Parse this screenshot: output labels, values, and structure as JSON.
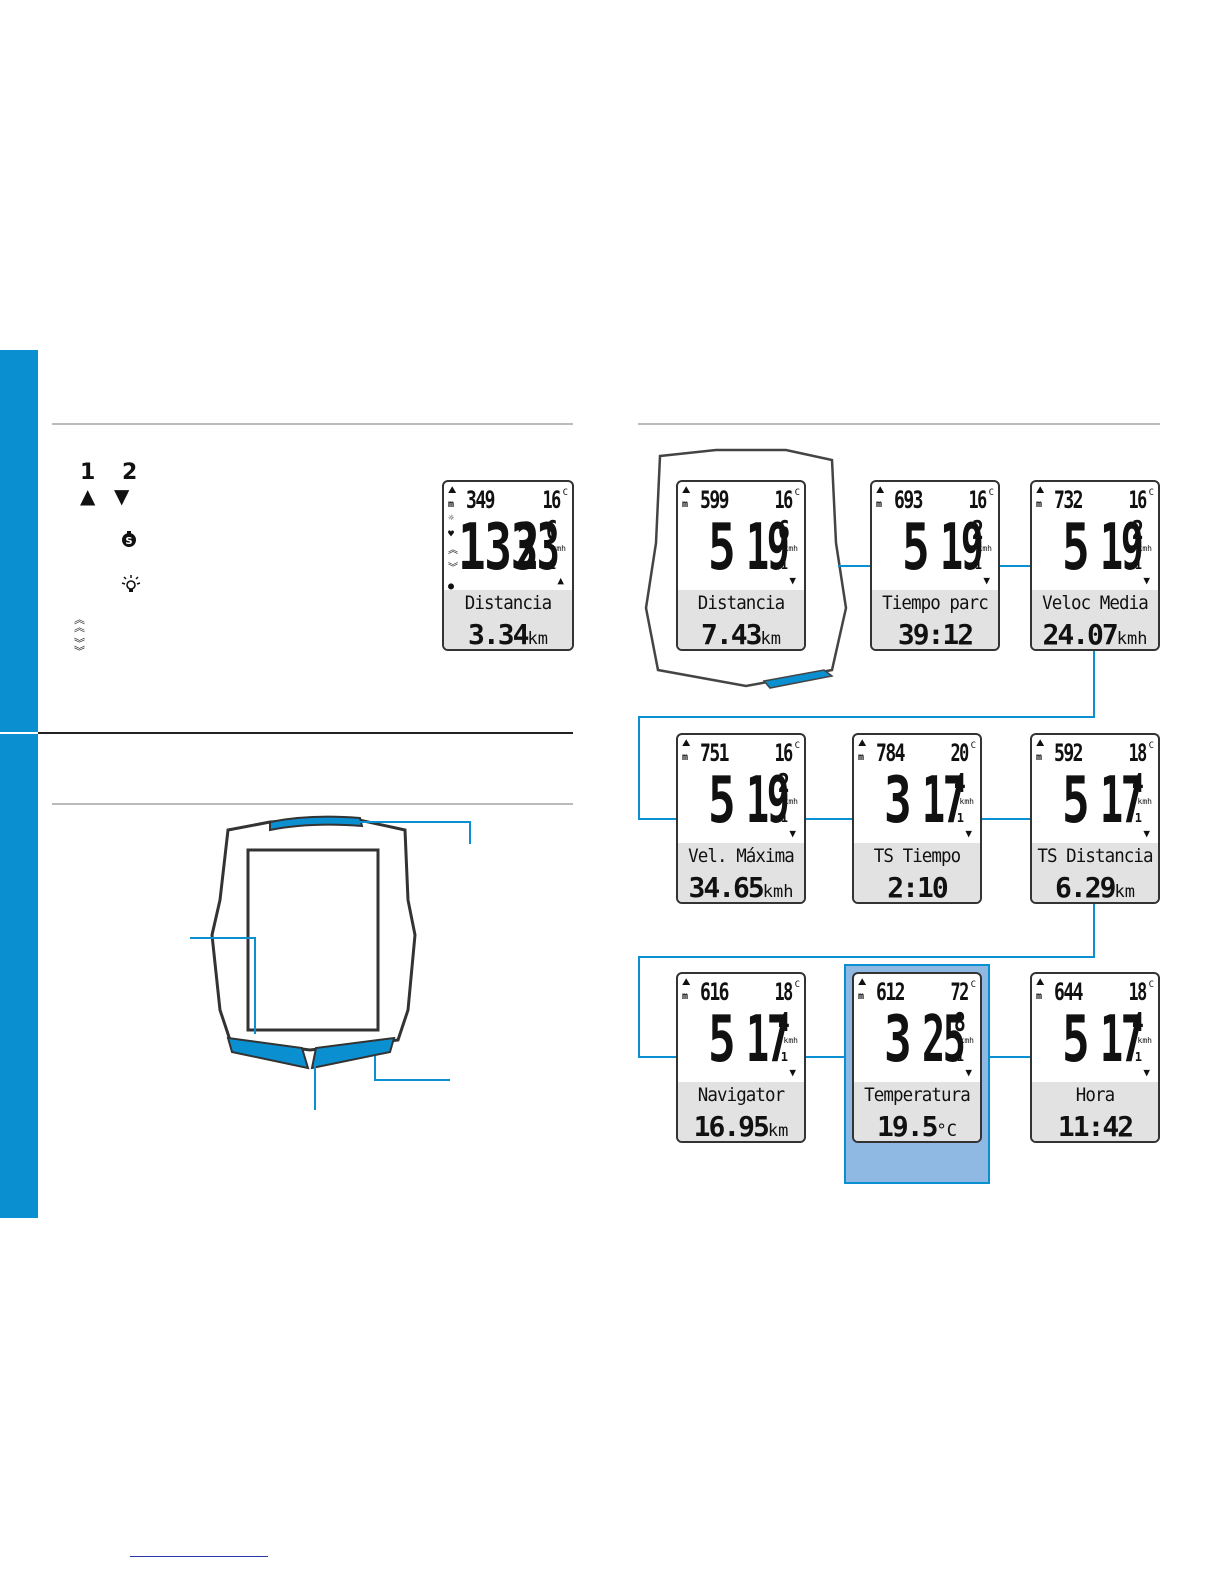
{
  "colors": {
    "accent": "#0a8fd0",
    "highlight": "#8fb8e3",
    "ink": "#333333"
  },
  "legend": {
    "btn1": "1",
    "btn2": "2",
    "up_icon": "triangle-up-icon",
    "down_icon": "triangle-down-icon",
    "stopwatch_icon": "stopwatch-icon",
    "light_icon": "light-icon",
    "up_arrows_icon": "double-chevron-up-icon",
    "down_arrows_icon": "double-chevron-down-icon"
  },
  "sample_screen": {
    "alt": "349",
    "temp": "16",
    "big": "133",
    "speed": "23",
    "dec": "6",
    "unit": "kmh",
    "gear": "1",
    "label": "Distancia",
    "value": "3.34",
    "value_unit": "km"
  },
  "screens": [
    {
      "alt": "599",
      "temp": "16",
      "big": "5",
      "speed": "19",
      "dec": "6",
      "gear": "1",
      "label": "Distancia",
      "value": "7.43",
      "value_unit": "km"
    },
    {
      "alt": "693",
      "temp": "16",
      "big": "5",
      "speed": "19",
      "dec": "2",
      "gear": "1",
      "label": "Tiempo parc",
      "value": "39:12",
      "value_unit": ""
    },
    {
      "alt": "732",
      "temp": "16",
      "big": "5",
      "speed": "19",
      "dec": "2",
      "gear": "1",
      "label": "Veloc Media",
      "value": "24.07",
      "value_unit": "kmh"
    },
    {
      "alt": "751",
      "temp": "16",
      "big": "5",
      "speed": "19",
      "dec": "2",
      "gear": "1",
      "label": "Vel. Máxima",
      "value": "34.65",
      "value_unit": "kmh"
    },
    {
      "alt": "784",
      "temp": "20",
      "big": "3",
      "speed": "17",
      "dec": "4",
      "gear": "1",
      "label": "TS Tiempo",
      "value": "2:10",
      "value_unit": ""
    },
    {
      "alt": "592",
      "temp": "18",
      "big": "5",
      "speed": "17",
      "dec": "4",
      "gear": "1",
      "label": "TS Distancia",
      "value": "6.29",
      "value_unit": "km"
    },
    {
      "alt": "616",
      "temp": "18",
      "big": "5",
      "speed": "17",
      "dec": "4",
      "gear": "1",
      "label": "Navigator",
      "value": "16.95",
      "value_unit": "km"
    },
    {
      "alt": "612",
      "temp": "72",
      "big": "3",
      "speed": "25",
      "dec": "8",
      "gear": "1",
      "label": "Temperatura",
      "value": "19.5",
      "value_unit": "°C"
    },
    {
      "alt": "644",
      "temp": "18",
      "big": "5",
      "speed": "17",
      "dec": "4",
      "gear": "1",
      "label": "Hora",
      "value": "11:42",
      "value_unit": ""
    }
  ],
  "units": {
    "speed": "kmh",
    "temp": "C",
    "alt": "m"
  }
}
